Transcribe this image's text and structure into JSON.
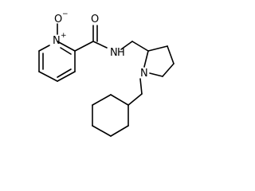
{
  "molecule": {
    "atom_labels": {
      "oxide_oxygen": "O",
      "pyridine_nitrogen": "N",
      "carbonyl_oxygen": "O",
      "amide_nitrogen": "N",
      "amide_hydrogen": "H",
      "pyrrolidine_nitrogen": "N"
    },
    "charges": {
      "pyridine_nitrogen": "+",
      "oxide_oxygen": "−"
    }
  }
}
